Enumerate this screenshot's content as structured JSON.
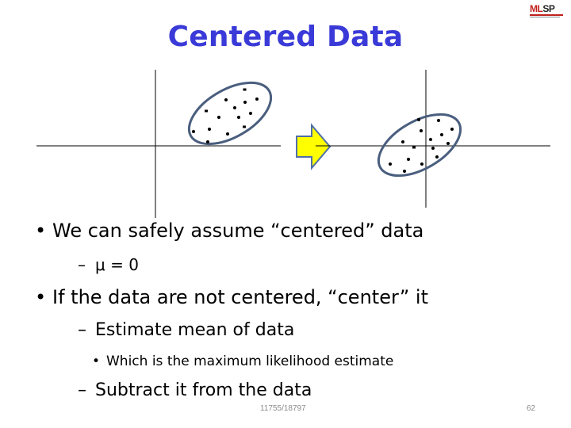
{
  "slide": {
    "title": "Centered Data",
    "logo": {
      "ml": "ML",
      "sp": "SP"
    },
    "bullets": [
      {
        "text": "We can safely assume “centered” data",
        "subs": [
          {
            "text": "μ = 0"
          }
        ]
      },
      {
        "text": "If the data are not centered, “center” it",
        "subs": [
          {
            "text": "Estimate mean of data",
            "subs": [
              {
                "text": "Which is the maximum likelihood estimate"
              }
            ]
          },
          {
            "text": "Subtract it from the data"
          }
        ]
      }
    ],
    "footer_course": "11755/18797",
    "page_number": "62"
  },
  "colors": {
    "title": "#3a3ad8",
    "ellipse_stroke": "#4a5e7e",
    "arrow_fill": "#ffff00",
    "arrow_stroke": "#4f6fa8"
  },
  "icons": [
    "right-arrow-icon"
  ]
}
